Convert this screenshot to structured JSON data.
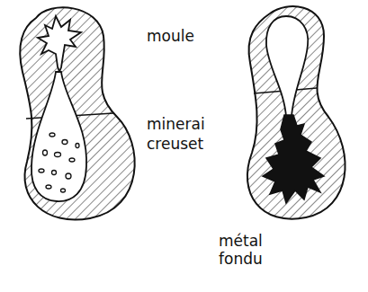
{
  "diagram": {
    "labels": [
      "moule",
      "minerai",
      "creuset",
      "métal fondu"
    ]
  }
}
